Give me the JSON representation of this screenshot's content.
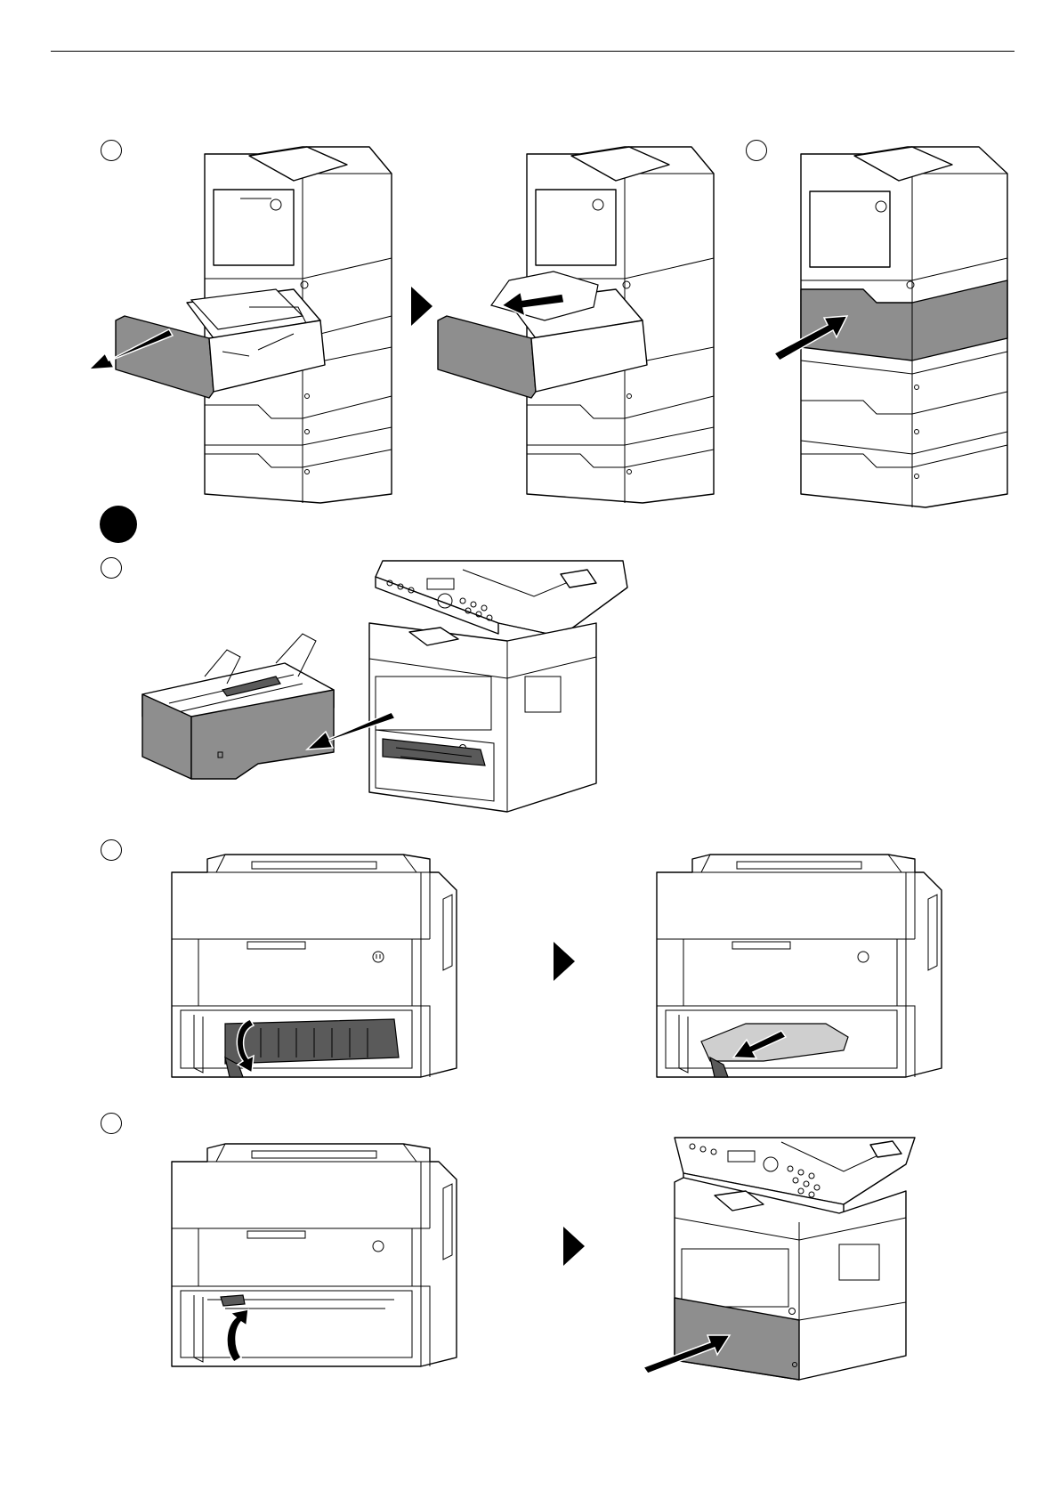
{
  "page": {
    "header_rule": true,
    "steps": [
      {
        "id": "step-a",
        "marker": "circle"
      },
      {
        "id": "step-b",
        "marker": "circle"
      },
      {
        "id": "step-c",
        "marker": "circle"
      },
      {
        "id": "step-d",
        "marker": "circle"
      },
      {
        "id": "step-e",
        "marker": "circle"
      }
    ],
    "section_bullet": "filled-circle",
    "icons": [
      "next-step-arrow-icon",
      "pull-direction-arrow-icon",
      "push-direction-arrow-icon",
      "power-button-icon"
    ],
    "colors": {
      "cassette_gray": "#8e8e8e",
      "ink": "#000000",
      "paper": "#ffffff"
    }
  }
}
